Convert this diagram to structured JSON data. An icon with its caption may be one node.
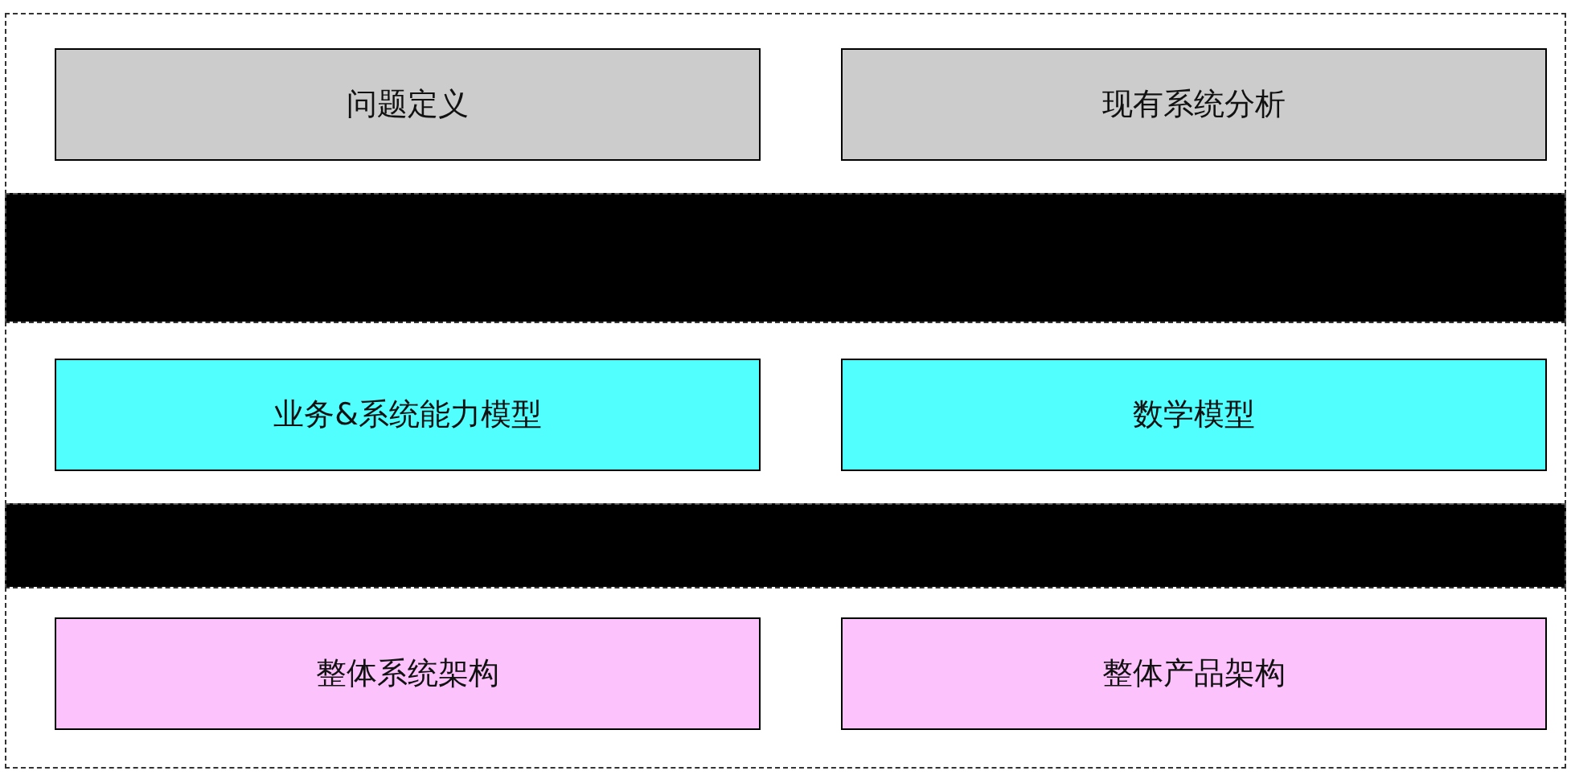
{
  "diagram": {
    "nodes": [
      {
        "text": [],
        "shape": "box"
      },
      {
        "text": [
          "问题定义"
        ],
        "in": 0
      },
      {
        "text": [
          "现有系统分析"
        ],
        "in": 0
      },
      {
        "text": [],
        "shape": "bar"
      },
      {
        "text": [],
        "shape": "box"
      },
      {
        "text": [
          "业务&系统能力模型"
        ],
        "in": 4
      },
      {
        "text": [
          "数学模型"
        ],
        "in": 4
      },
      {
        "text": [],
        "shape": "bar"
      },
      {
        "text": [],
        "shape": "box"
      },
      {
        "text": [
          "整体系统架构"
        ],
        "in": 8
      },
      {
        "text": [
          "整体产品架构"
        ],
        "in": 8
      }
    ]
  }
}
